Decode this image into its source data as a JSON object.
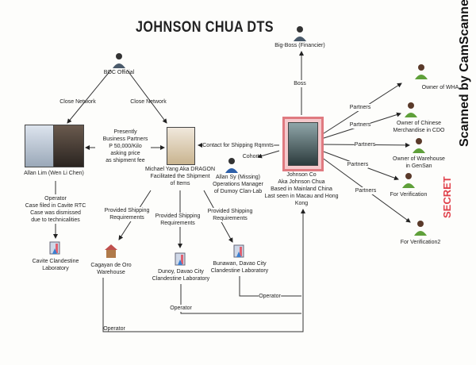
{
  "title": "JOHNSON CHUA DTS",
  "watermark": "Scanned by CamScanner",
  "stamp": "SECRET",
  "nodes": {
    "bigboss": "Big-Boss (Financier)",
    "boc": "BOC Official",
    "allan_lim": "Allan Lim (Wen Li Chen)",
    "michael": [
      "Michael Yang Aka DRAGON",
      "Facilitated the Shipment",
      "of Items"
    ],
    "allan_sy": [
      "Allan Sy (Missing)",
      "Operations Manager",
      "of Dumoy Clan-Lab"
    ],
    "johnson": [
      "Johnson Co",
      "Aka Johnson Chua",
      "Based in Mainland China",
      "Last seen in Macau and Hong",
      "Kong"
    ],
    "owner_wha": "Owner of WHA",
    "owner_chinese": [
      "Owner of Chinese",
      "Merchandise in CDO"
    ],
    "owner_warehouse": [
      "Owner of Warehouse",
      "in GenSan"
    ],
    "verification": "For Verification",
    "verification2": "For Verification2",
    "cavite": [
      "Cavite Clandestine",
      "Laboratory"
    ],
    "cagayan": [
      "Cagayan de Oro",
      "Warehouse"
    ],
    "dunoy": [
      "Dunoy, Davao City",
      "Clandestine Laboratory"
    ],
    "bunawan": [
      "Bunawan, Davao City",
      "Clandestine Laboratory"
    ]
  },
  "edges": {
    "close_network": "Close Network",
    "boss": "Boss",
    "partners": "Partners",
    "business": [
      "Presently",
      "Business Partners",
      "P 50,000/Kilo",
      "asking price",
      "as shipment fee"
    ],
    "contact": "Contact for Shipping Rqmnts",
    "cohorts": "Cohorts",
    "operator_case": [
      "Operator",
      "Case filed in Cavite RTC",
      "Case was dismissed",
      "due to technicalities"
    ],
    "provided": [
      "Provided Shipping",
      "Requirements"
    ],
    "operator": "Operator"
  }
}
